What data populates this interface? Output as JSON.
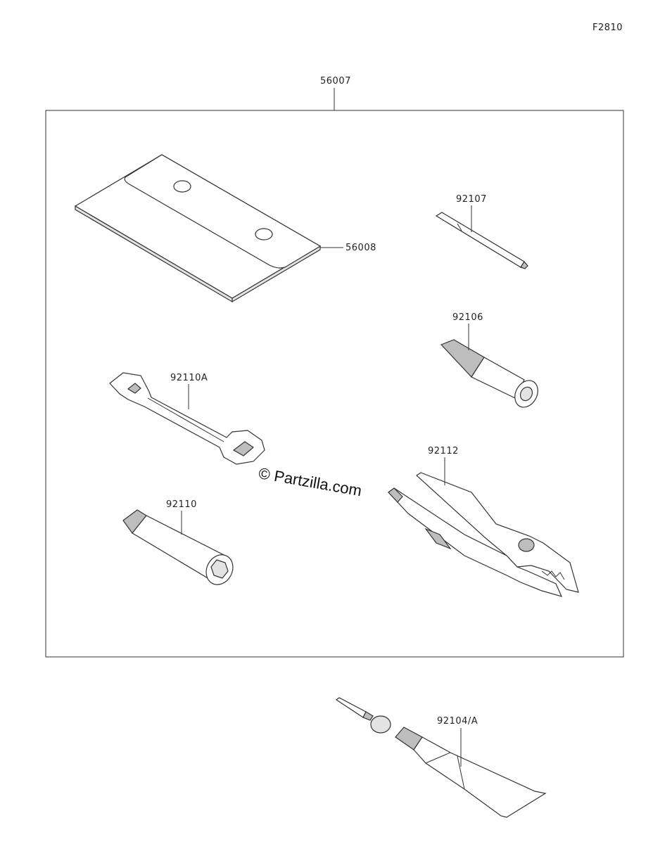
{
  "diagram_id": "F2810",
  "parts": {
    "kit": "56007",
    "bag": "56008",
    "screwdriver": "92107",
    "handle": "92106",
    "wrench": "92110A",
    "pliers": "92112",
    "plug_wrench": "92110",
    "grease": "92104/A"
  },
  "watermark": "© Partzilla.com"
}
